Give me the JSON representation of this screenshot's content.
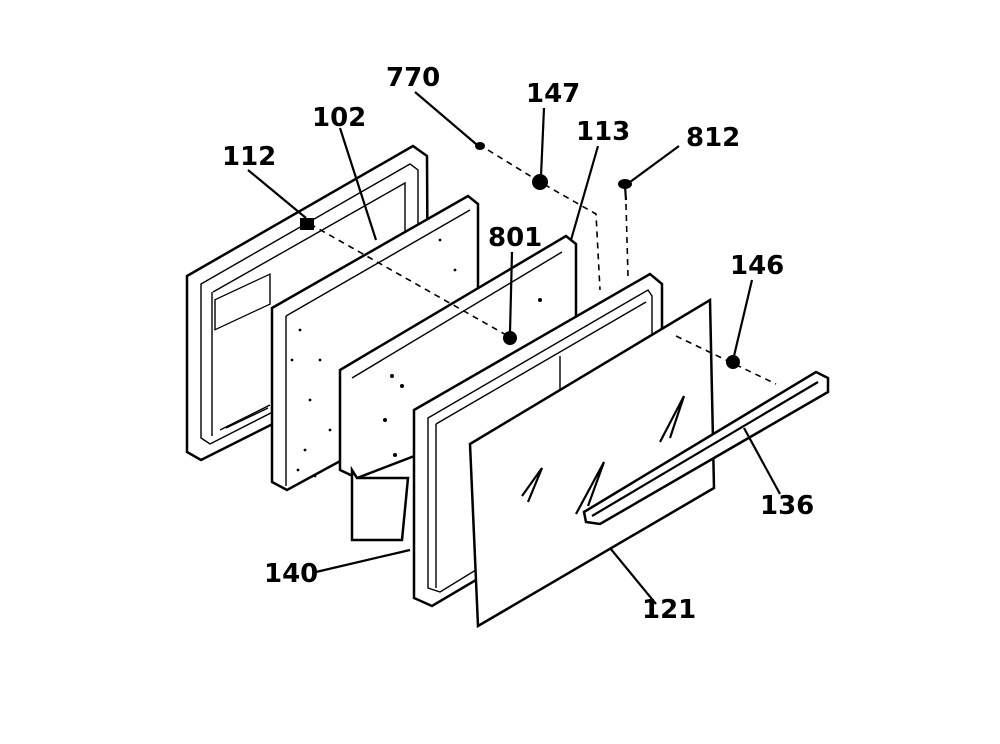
{
  "diagram": {
    "labels": {
      "l770": "770",
      "l147": "147",
      "l102": "102",
      "l113": "113",
      "l812": "812",
      "l112": "112",
      "l801": "801",
      "l146": "146",
      "l136": "136",
      "l140": "140",
      "l121": "121"
    }
  }
}
